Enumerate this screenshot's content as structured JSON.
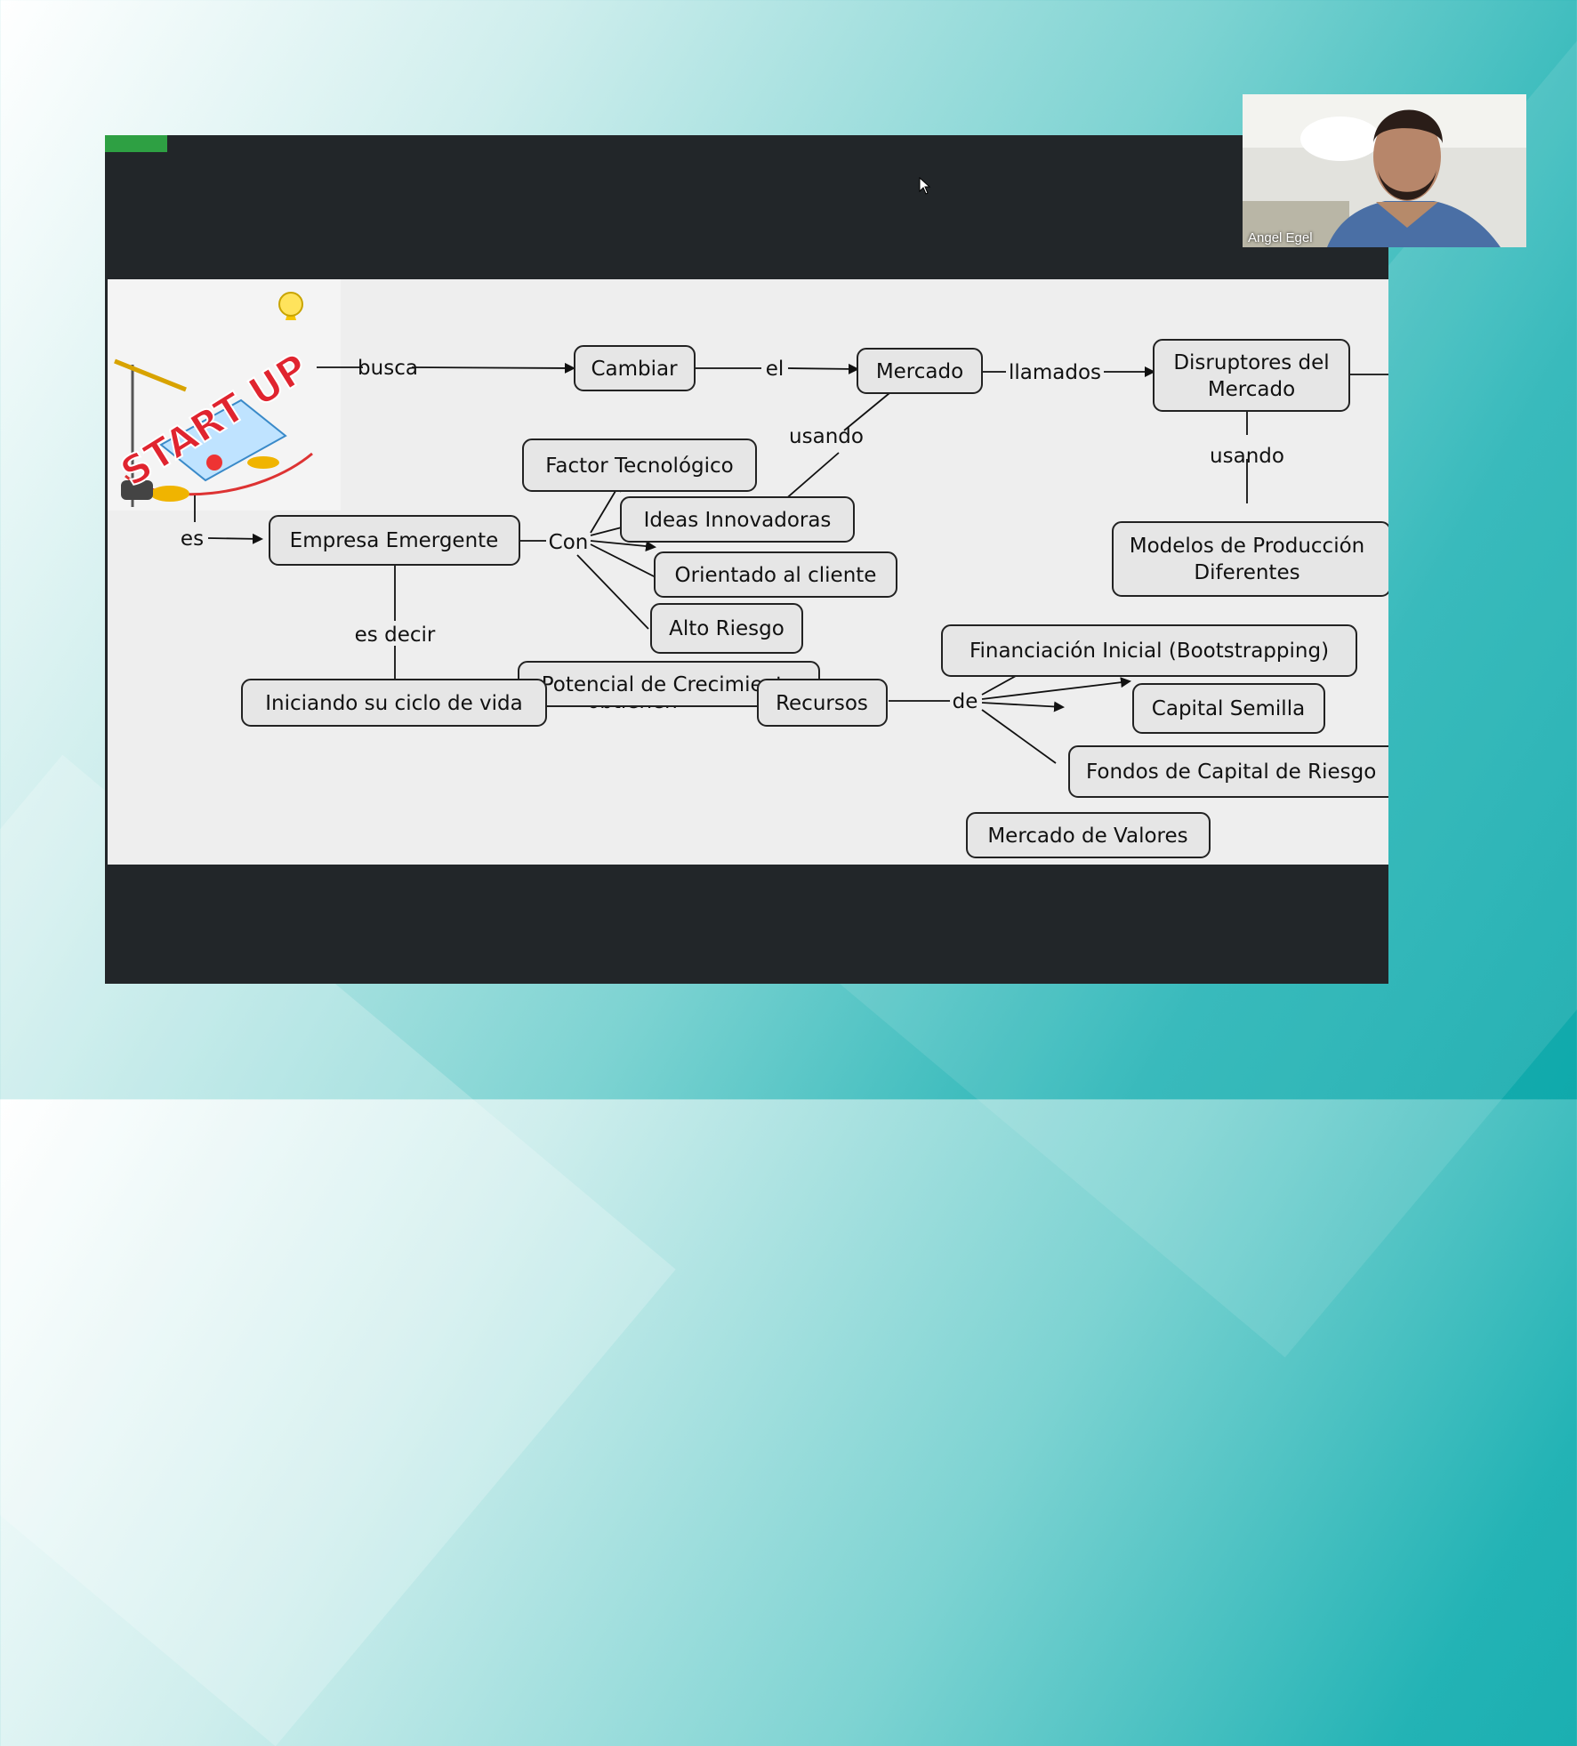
{
  "participant": {
    "name": "Angel Egel"
  },
  "concept_map": {
    "nodes": {
      "cambiar": "Cambiar",
      "mercado": "Mercado",
      "disruptores": [
        "Disruptores del",
        "Mercado"
      ],
      "factor": "Factor Tecnológico",
      "ideas": "Ideas Innovadoras",
      "empresa": "Empresa Emergente",
      "orientado": "Orientado al cliente",
      "alto": "Alto Riesgo",
      "potencial": "Potencial de Crecimiento",
      "modelos": [
        "Modelos de Producción",
        "Diferentes"
      ],
      "financiacion": "Financiación Inicial (Bootstrapping)",
      "capital": "Capital Semilla",
      "fondos": "Fondos de Capital de Riesgo",
      "iniciando": "Iniciando su ciclo de vida",
      "recursos": "Recursos",
      "mercado_valores": "Mercado de Valores"
    },
    "links": {
      "busca": "busca",
      "el": "el",
      "llamados": "llamados",
      "usando_1": "usando",
      "usando_2": "usando",
      "es": "es",
      "con": "Con",
      "es_decir": "es decir",
      "obtienen": "obtienen",
      "de": "de"
    },
    "logo": {
      "text": "START UP"
    }
  },
  "colors": {
    "share_bar": "#222629",
    "share_indicator": "#2ea043",
    "slide_bg": "#eeeeee",
    "node_fill": "#e6e6e6"
  },
  "icons": {
    "cursor": "mouse-pointer-icon"
  }
}
